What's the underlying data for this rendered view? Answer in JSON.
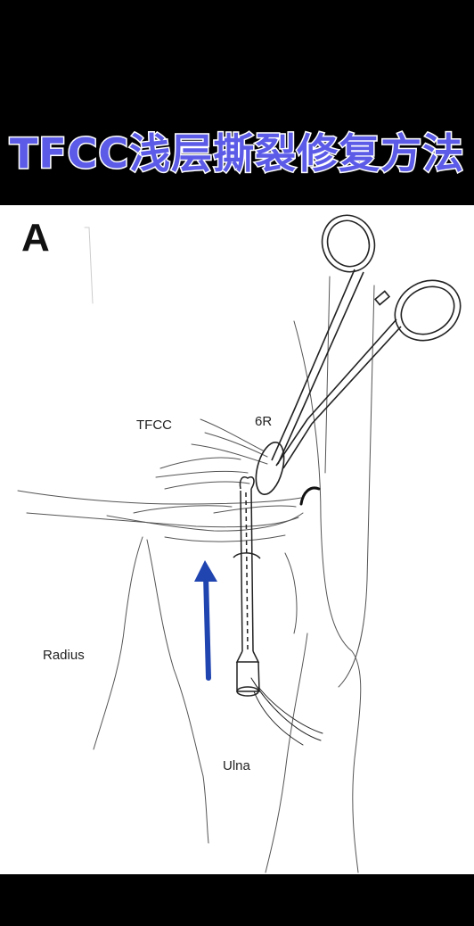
{
  "title": "TFCC浅层撕裂修复方法",
  "figure": {
    "panel_letter": "A",
    "labels": {
      "tfcc": "TFCC",
      "portal": "6R",
      "radius": "Radius",
      "ulna": "Ulna"
    },
    "colors": {
      "title_fill": "#5b5be8",
      "title_outline": "#ffffff",
      "arrow": "#2044b0",
      "line": "#333333"
    },
    "icons": [
      "hemostat-forceps-icon",
      "needle-cannula-icon",
      "up-arrow-icon"
    ]
  }
}
